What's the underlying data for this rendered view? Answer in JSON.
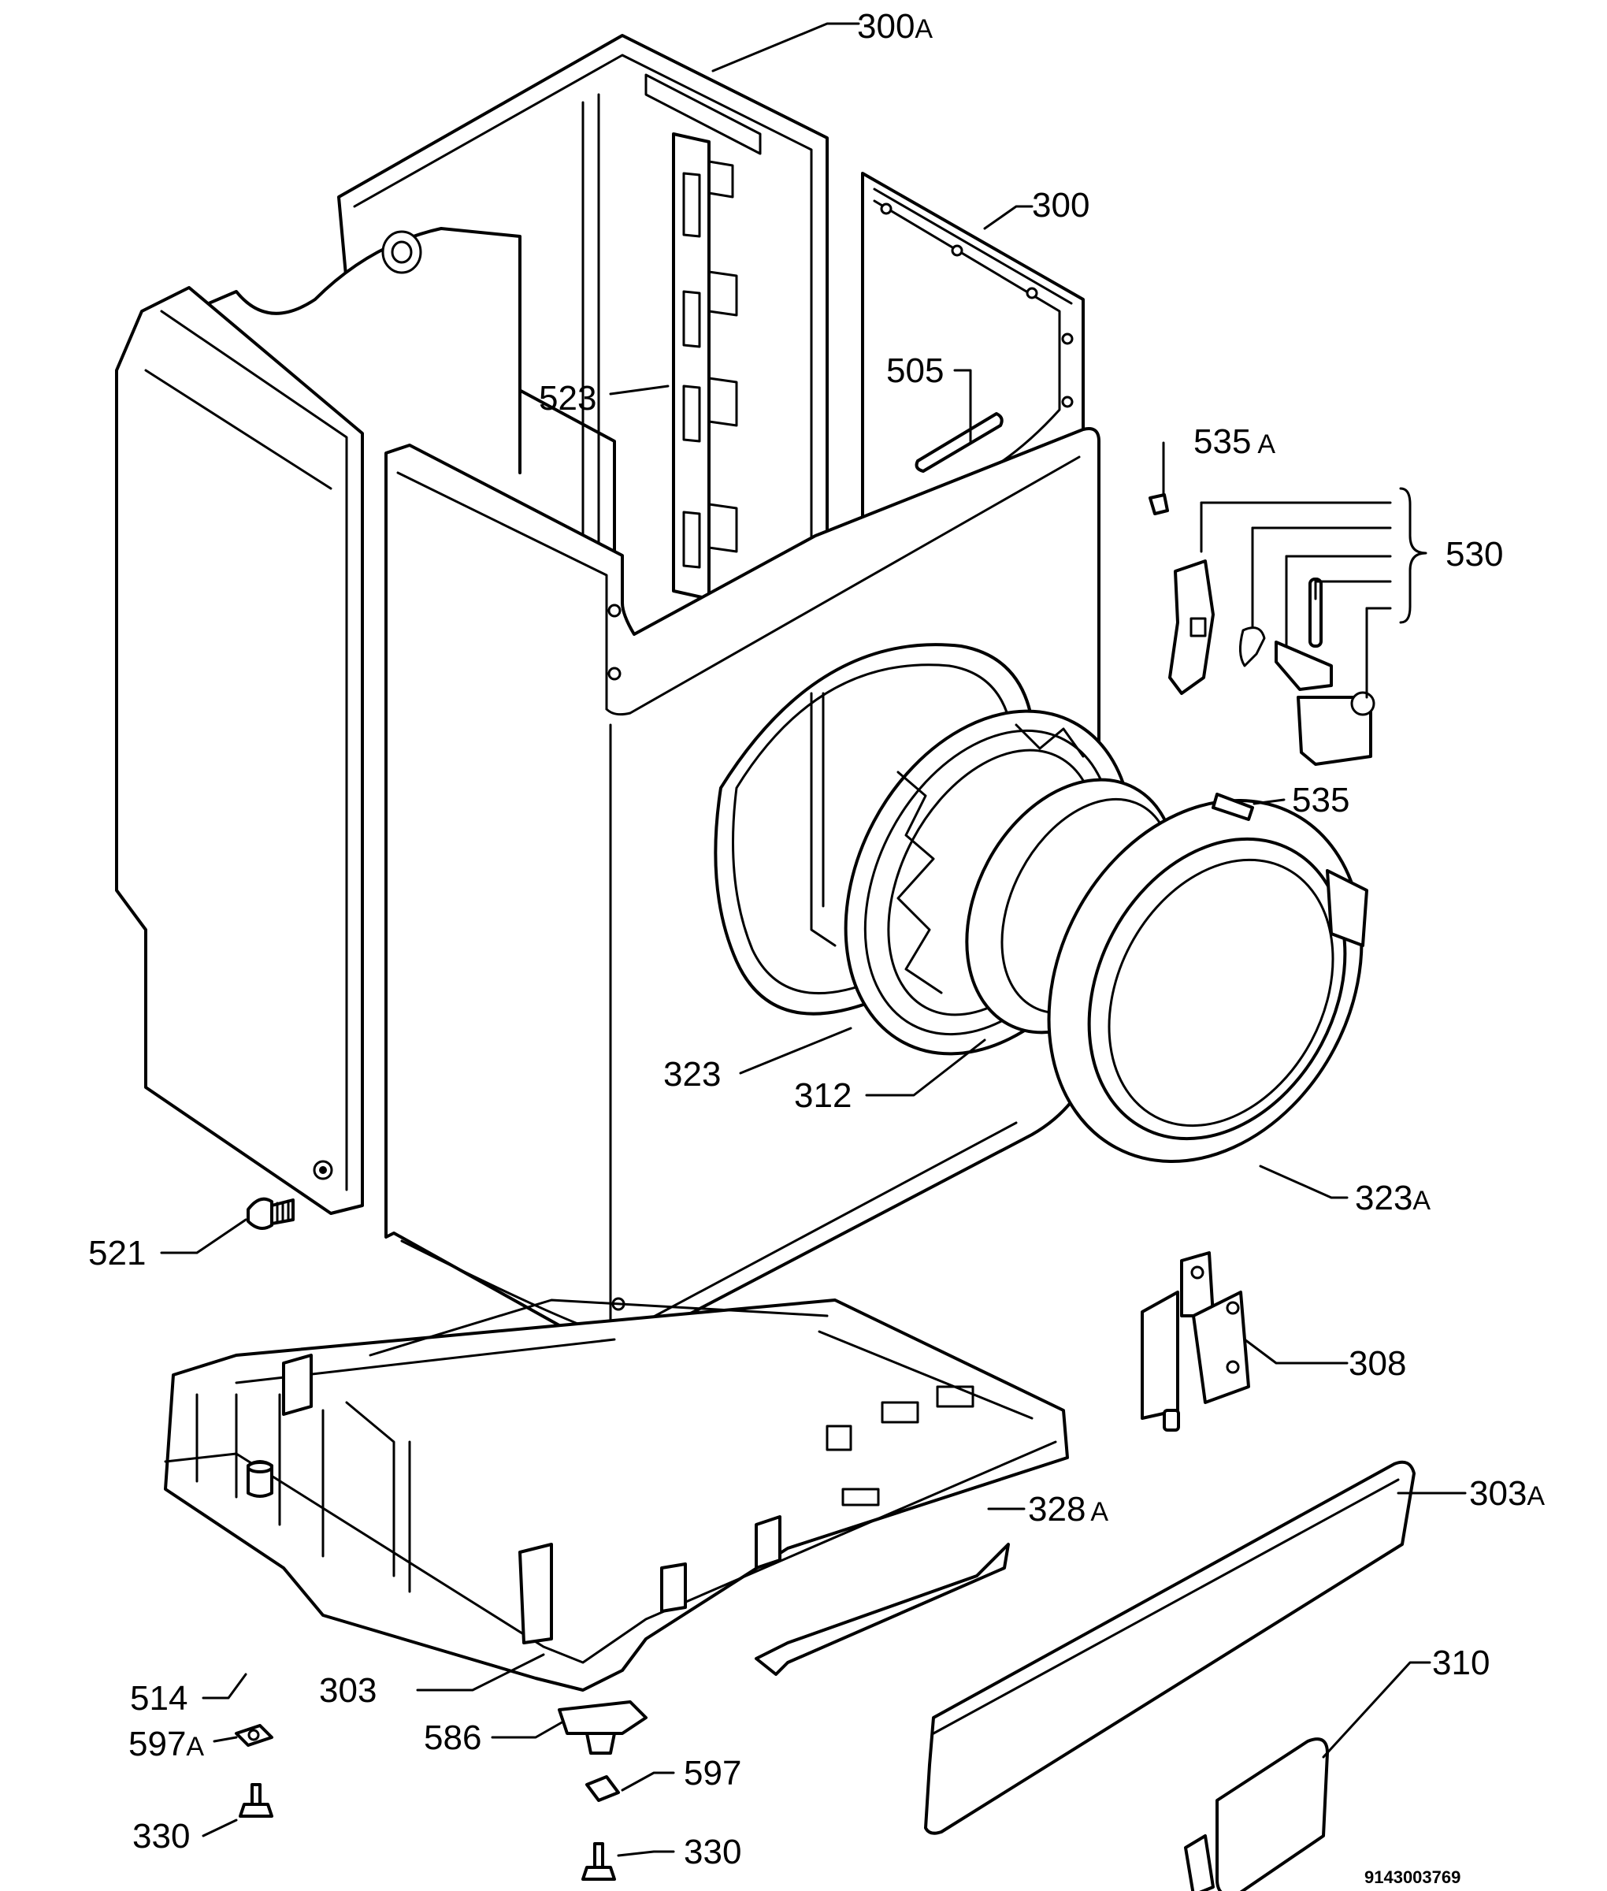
{
  "labels": {
    "p300a": {
      "num": "300",
      "suffix": "A"
    },
    "p300": {
      "num": "300",
      "suffix": ""
    },
    "p523": {
      "num": "523",
      "suffix": ""
    },
    "p505": {
      "num": "505",
      "suffix": ""
    },
    "p535a": {
      "num": "535",
      "suffix": "A"
    },
    "p530": {
      "num": "530",
      "suffix": ""
    },
    "p535": {
      "num": "535",
      "suffix": ""
    },
    "p323": {
      "num": "323",
      "suffix": ""
    },
    "p312": {
      "num": "312",
      "suffix": ""
    },
    "p323a": {
      "num": "323",
      "suffix": "A"
    },
    "p521": {
      "num": "521",
      "suffix": ""
    },
    "p308": {
      "num": "308",
      "suffix": ""
    },
    "p328a": {
      "num": "328",
      "suffix": "A"
    },
    "p303a": {
      "num": "303",
      "suffix": "A"
    },
    "p310": {
      "num": "310",
      "suffix": ""
    },
    "p303": {
      "num": "303",
      "suffix": ""
    },
    "p514": {
      "num": "514",
      "suffix": ""
    },
    "p597a": {
      "num": "597",
      "suffix": "A"
    },
    "p586": {
      "num": "586",
      "suffix": ""
    },
    "p597": {
      "num": "597",
      "suffix": ""
    },
    "p330left": {
      "num": "330",
      "suffix": ""
    },
    "p330bottom": {
      "num": "330",
      "suffix": ""
    }
  },
  "document_number": "9143003769"
}
